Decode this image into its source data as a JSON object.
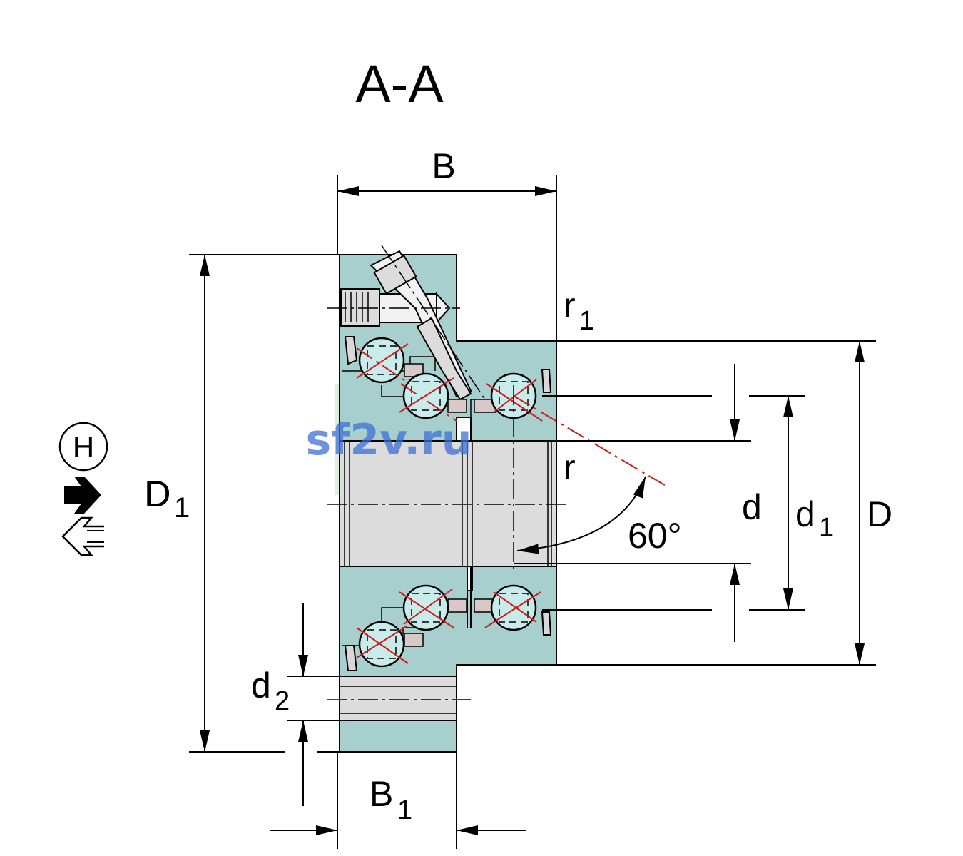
{
  "title": "A-A",
  "labels": {
    "B": "B",
    "B1_main": "B",
    "B1_sub": "1",
    "D1_main": "D",
    "D1_sub": "1",
    "d2_main": "d",
    "d2_sub": "2",
    "r1_main": "r",
    "r1_sub": "1",
    "r": "r",
    "d": "d",
    "d1_main": "d",
    "d1_sub": "1",
    "D": "D",
    "angle": "60°"
  },
  "legend": {
    "housing_symbol": "H"
  },
  "watermark": "sf2v.ru",
  "colors": {
    "body": "#a7cfcd",
    "ball": "#c9ecea",
    "bore": "#dcdcdc",
    "contact_line": "#d21a1a",
    "watermark_blue": "#3d6fd6"
  },
  "icons": [
    "housing-h-circle-icon",
    "solid-arrow-right-icon",
    "outline-arrow-left-icon"
  ]
}
